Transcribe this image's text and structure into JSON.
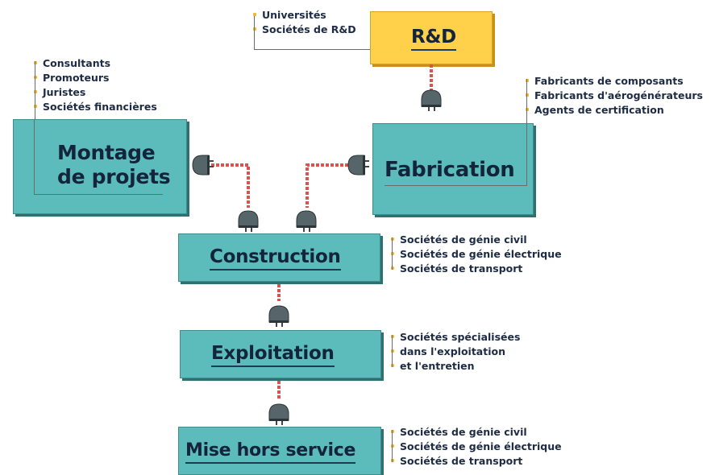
{
  "nodes": {
    "rnd": {
      "title": "R&D",
      "actors": [
        "Universités",
        "Sociétés de R&D"
      ]
    },
    "montage": {
      "title_lines": [
        "Montage",
        "de projets"
      ],
      "actors": [
        "Consultants",
        "Promoteurs",
        "Juristes",
        "Sociétés financières"
      ]
    },
    "fabrication": {
      "title": "Fabrication",
      "actors": [
        "Fabricants de composants",
        "Fabricants d'aérogénérateurs",
        "Agents de certification"
      ]
    },
    "construction": {
      "title": "Construction",
      "actors": [
        "Sociétés de génie civil",
        "Sociétés de génie électrique",
        "Sociétés de transport"
      ]
    },
    "exploitation": {
      "title": "Exploitation",
      "actors": [
        "Sociétés spécialisées",
        "dans l'exploitation",
        "et l'entretien"
      ]
    },
    "mise_hors_service": {
      "title": "Mise hors service",
      "actors": [
        "Sociétés de génie civil",
        "Sociétés de génie électrique",
        "Sociétés de transport"
      ]
    }
  },
  "colors": {
    "box_fill": "#5cbcbc",
    "box_shadow": "#2f6f70",
    "rnd_fill": "#ffd04a",
    "title_text": "#14243a",
    "list_text": "#1d2b44",
    "bullet": "#f2b833",
    "cable": "#d9534f",
    "plug": "#5a6668"
  },
  "icons": {
    "connector": "plug-icon"
  }
}
